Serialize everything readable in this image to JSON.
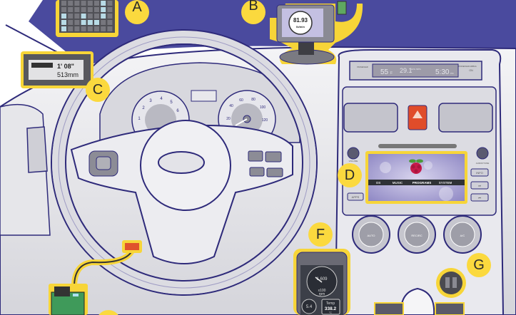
{
  "callouts": {
    "a": "A",
    "b": "B",
    "c": "C",
    "d": "D",
    "f": "F",
    "g": "G"
  },
  "weight_display": {
    "value": "81.93",
    "unit": "lb/min"
  },
  "lcd_panel": {
    "line1": "1' 08\"",
    "line2": "513mm"
  },
  "overhead_display": {
    "temp": "55",
    "temp_unit": "F",
    "mpg": "29.1",
    "mpg_label": "AVG MPG",
    "time": "5:30",
    "time_suffix": "PM",
    "left_label": "PASSENGER",
    "right_label": "PASSENGER AIRBAG",
    "right_state": "ON"
  },
  "tachometer": {
    "ticks": [
      "1",
      "2",
      "3",
      "4",
      "5",
      "6"
    ]
  },
  "speedometer": {
    "ticks": [
      "20",
      "40",
      "60",
      "80",
      "100",
      "120"
    ]
  },
  "head_unit": {
    "volume_label": "VOLUME",
    "tune_label": "AUDIO/TUNE",
    "menu": [
      "OS",
      "MUSIC",
      "PROGRAMS",
      "SYSTEM"
    ],
    "active_menu": "PROGRAMS",
    "apps_button": "APPS",
    "info_button": "INFO",
    "next_icon": "⏭",
    "prev_icon": "⏮"
  },
  "climate": {
    "left": "AUTO",
    "center": "RECIRC",
    "right": "A/C"
  },
  "phone_app": {
    "rpm_value": "1,609",
    "rpm_unit": "x100",
    "rpm_label": "rpm",
    "small_gauge": "5.4",
    "temp_label": "Temp",
    "temp_value": "338.2",
    "temp_unit": "°C"
  },
  "colors": {
    "windshield": "#4a4a9e",
    "outline": "#2e2a7a",
    "highlight": "#f7d538",
    "callout": "#fbd93e",
    "screen": "#b9b3dc"
  }
}
